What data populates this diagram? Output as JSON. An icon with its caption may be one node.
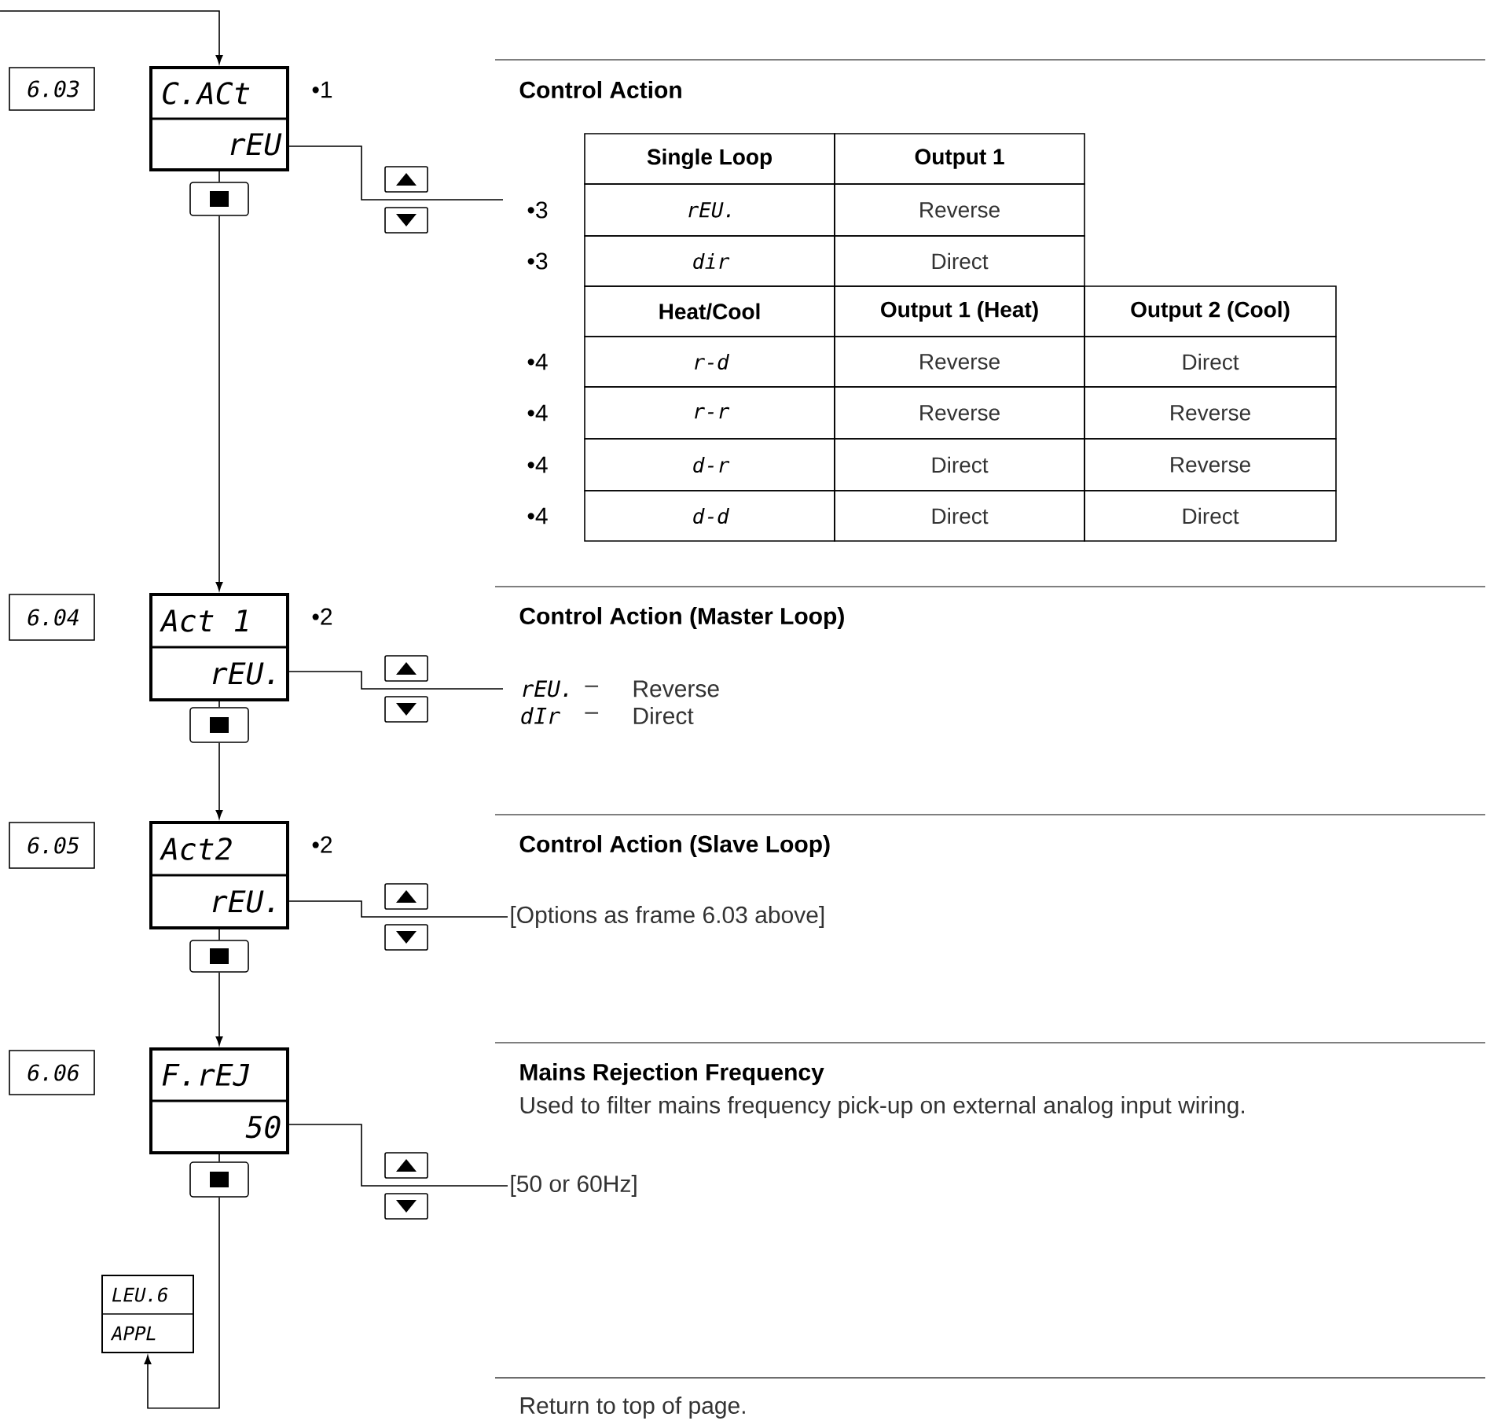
{
  "diagram": {
    "nodes": [
      {
        "text": [
          "6.03"
        ]
      },
      {
        "text": [
          "C.ACt",
          "rEU"
        ],
        "beside": [
          "•1"
        ]
      },
      {
        "text": [],
        "shape": "box"
      },
      {
        "text": [
          "6.04"
        ]
      },
      {
        "text": [
          "Act 1",
          "rEU."
        ],
        "beside": [
          "•2"
        ]
      },
      {
        "text": [],
        "shape": "box"
      },
      {
        "text": [
          "6.05"
        ]
      },
      {
        "text": [
          "Act2",
          "rEU."
        ],
        "beside": [
          "•2"
        ]
      },
      {
        "text": [],
        "shape": "box"
      },
      {
        "text": [
          "6.06"
        ]
      },
      {
        "text": [
          "F.rEJ",
          "50"
        ]
      },
      {
        "text": [],
        "shape": "box"
      },
      {
        "text": [
          "LEU.6",
          "APPL"
        ]
      },
      {
        "text": [
          "[Options as frame 6.03 above]"
        ]
      },
      {
        "text": [
          "[50 or 60Hz]"
        ]
      }
    ],
    "edges": [
      {
        "from": null,
        "to": 1,
        "arrow": "to"
      },
      {
        "from": 1,
        "to": 2,
        "arrow": "none"
      },
      {
        "from": 2,
        "to": 4,
        "arrow": "to"
      },
      {
        "from": 4,
        "to": 5,
        "arrow": "none"
      },
      {
        "from": 5,
        "to": 7,
        "arrow": "to"
      },
      {
        "from": 7,
        "to": 8,
        "arrow": "none"
      },
      {
        "from": 8,
        "to": 10,
        "arrow": "to"
      },
      {
        "from": 10,
        "to": 11,
        "arrow": "none"
      },
      {
        "from": 11,
        "to": 12,
        "arrow": "to"
      },
      {
        "from": 1,
        "to": null,
        "arrow": "none"
      },
      {
        "from": 4,
        "to": null,
        "arrow": "none"
      },
      {
        "from": 7,
        "to": 13,
        "arrow": "none"
      },
      {
        "from": 10,
        "to": 14,
        "arrow": "none"
      }
    ],
    "labels": [
      "Control Action",
      "Single Loop",
      "Output 1",
      "•3",
      "rEU.",
      "Reverse",
      "•3",
      "dir",
      "Direct",
      "Heat/Cool",
      "Output 1 (Heat)",
      "Output 2 (Cool)",
      "•4",
      "r-d",
      "Reverse",
      "Direct",
      "•4",
      "r-r",
      "Reverse",
      "Reverse",
      "•4",
      "d-r",
      "Direct",
      "Reverse",
      "•4",
      "d-d",
      "Direct",
      "Direct",
      "Control Action (Master Loop)",
      "rEU.",
      "–",
      "Reverse",
      "dIr",
      "–",
      "Direct",
      "Control Action (Slave Loop)",
      "Mains Rejection Frequency",
      "Used to filter mains frequency pick-up on external analog input wiring.",
      "Return to top of page."
    ]
  }
}
